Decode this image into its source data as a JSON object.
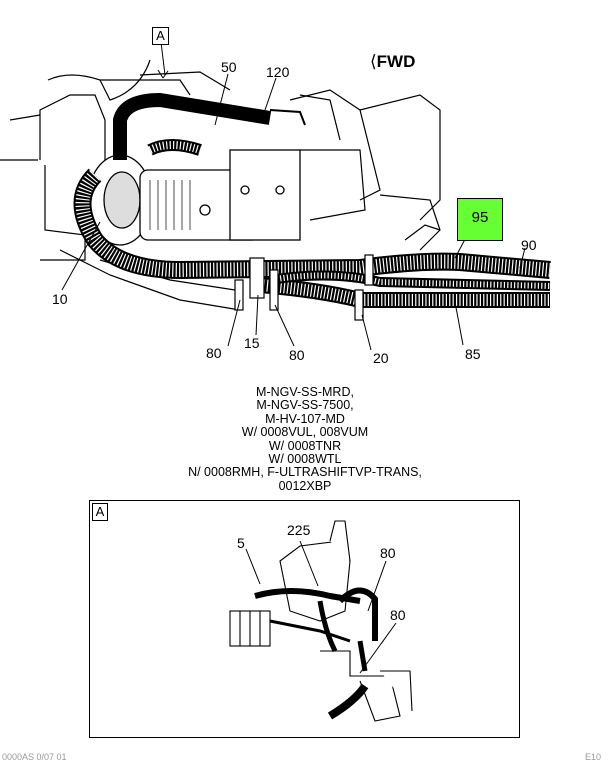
{
  "main_view": {
    "view_label": "A",
    "direction_label": "FWD",
    "callouts": {
      "c50": "50",
      "c120": "120",
      "c95": "95",
      "c90": "90",
      "c10": "10",
      "c80a": "80",
      "c15": "15",
      "c80b": "80",
      "c20": "20",
      "c85": "85"
    },
    "highlight_color": "#66ff33"
  },
  "notes": [
    "M-NGV-SS-MRD,",
    "M-NGV-SS-7500,",
    "M-HV-107-MD",
    "W/ 0008VUL, 008VUM",
    "W/ 0008TNR",
    "W/ 0008WTL",
    "N/ 0008RMH, F-ULTRASHIFTVP-TRANS,",
    "0012XBP"
  ],
  "detail_view": {
    "label": "A",
    "callouts": {
      "c5": "5",
      "c225": "225",
      "c80a": "80",
      "c80b": "80"
    }
  },
  "footer": {
    "left": "0000AS 0/07 01",
    "right": "E10"
  }
}
